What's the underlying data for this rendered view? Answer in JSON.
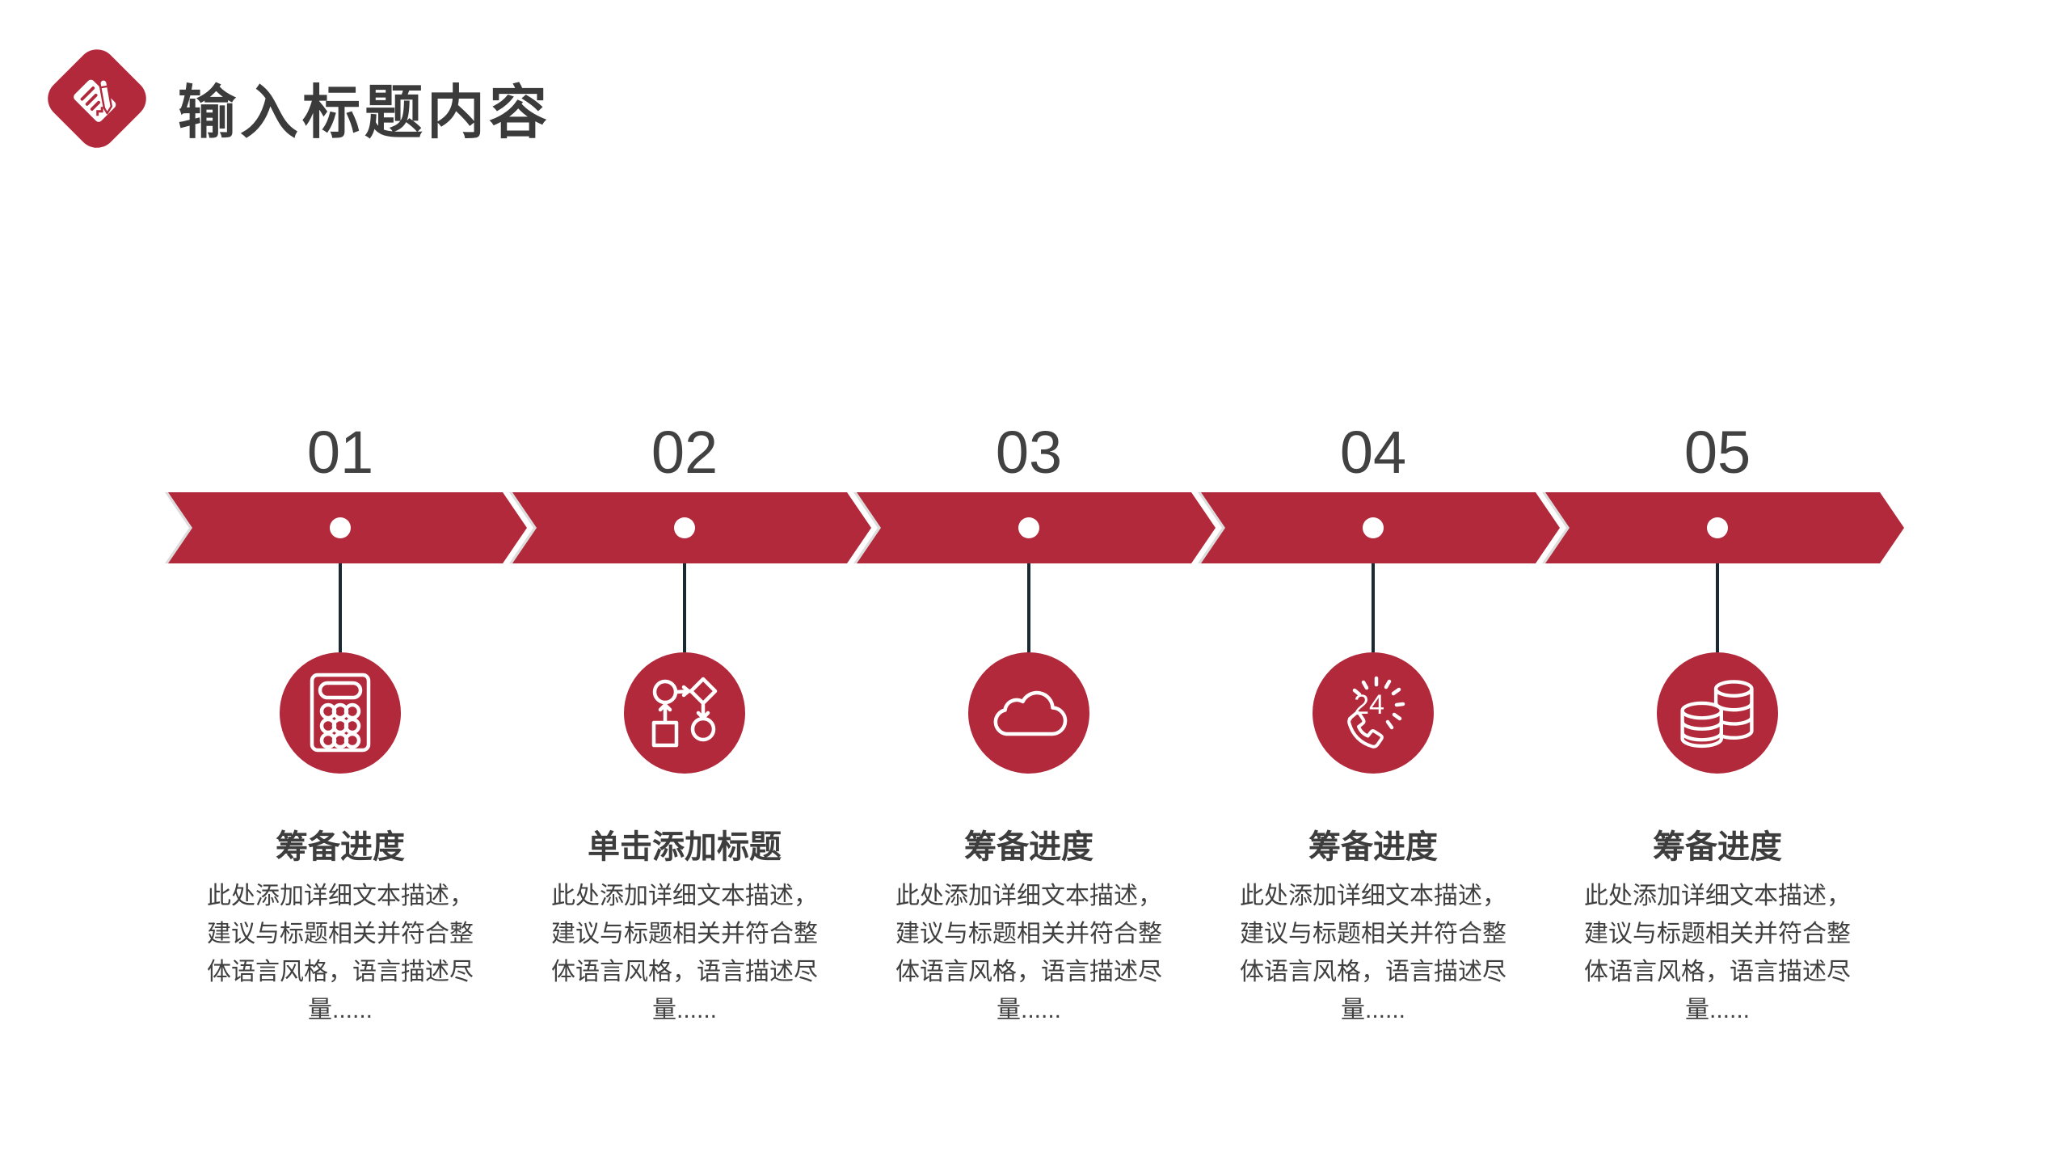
{
  "colors": {
    "accent_red": "#B2293B",
    "separator_gray": "#DCDCDC",
    "connector_dark": "#192A33",
    "text_dark": "#3D3D3D",
    "dot_white": "#FFFFFF"
  },
  "header": {
    "title": "输入标题内容",
    "title_icon": "document-edit"
  },
  "timeline": {
    "items": [
      {
        "number": "01",
        "icon": "calculator",
        "title": "筹备进度",
        "desc_lines": [
          "此处添加详细文本描述，",
          "建议与标题相关并符合整",
          "体语言风格，语言描述尽",
          "量......"
        ]
      },
      {
        "number": "02",
        "icon": "flowchart",
        "title": "单击添加标题",
        "desc_lines": [
          "此处添加详细文本描述，",
          "建议与标题相关并符合整",
          "体语言风格，语言描述尽",
          "量......"
        ]
      },
      {
        "number": "03",
        "icon": "cloud",
        "title": "筹备进度",
        "desc_lines": [
          "此处添加详细文本描述，",
          "建议与标题相关并符合整",
          "体语言风格，语言描述尽",
          "量......"
        ]
      },
      {
        "number": "04",
        "icon": "phone-24-hours",
        "icon_text": "24",
        "title": "筹备进度",
        "desc_lines": [
          "此处添加详细文本描述，",
          "建议与标题相关并符合整",
          "体语言风格，语言描述尽",
          "量......"
        ]
      },
      {
        "number": "05",
        "icon": "coins",
        "title": "筹备进度",
        "desc_lines": [
          "此处添加详细文本描述，",
          "建议与标题相关并符合整",
          "体语言风格，语言描述尽",
          "量......"
        ]
      }
    ]
  }
}
